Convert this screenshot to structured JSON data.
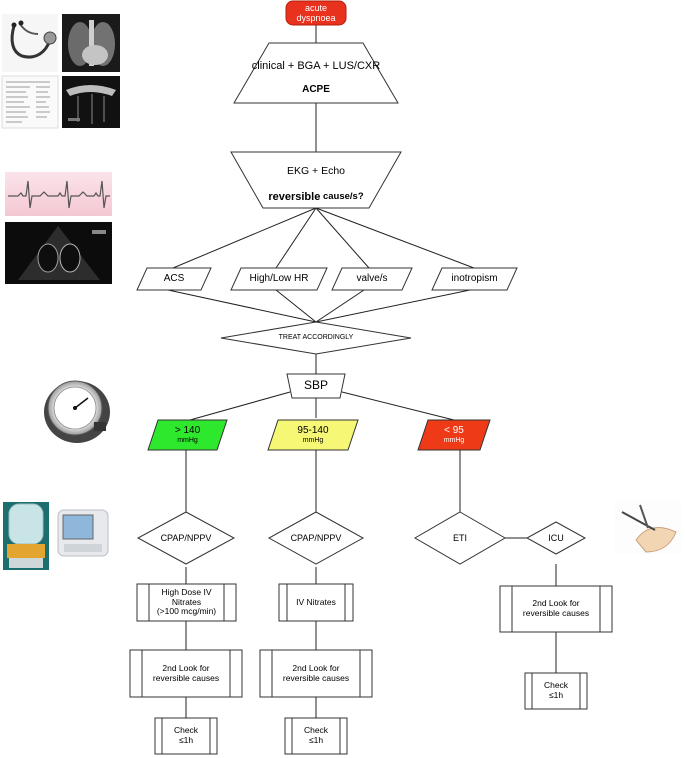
{
  "start": {
    "label": "acute\ndyspnoea",
    "color": "#e8321e"
  },
  "assessment": {
    "line1": "clinical + BGA + LUS/CXR",
    "line2": "ACPE"
  },
  "evaluation": {
    "line1": "EKG + Echo",
    "line2_bold": "reversible",
    "line2_rest": " cause/s?"
  },
  "causes": [
    "ACS",
    "High/Low HR",
    "valve/s",
    "inotropism"
  ],
  "treat": "TREAT ACCORDINGLY",
  "sbp": "SBP",
  "branches": [
    {
      "range": "> 140",
      "unit": "mmHg",
      "color": "#2ee82e"
    },
    {
      "range": "95-140",
      "unit": "mmHg",
      "color": "#f7f776"
    },
    {
      "range": "< 95",
      "unit": "mmHg",
      "color": "#ef3a17"
    }
  ],
  "col1": {
    "vent": "CPAP/NPPV",
    "therapy": "High Dose IV\nNitrates\n(>100 mcg/min)",
    "look": "2nd Look for\nreversible causes",
    "check": "Check\n≤1h"
  },
  "col2": {
    "vent": "CPAP/NPPV",
    "therapy": "IV Nitrates",
    "look": "2nd Look for\nreversible causes",
    "check": "Check\n≤1h"
  },
  "col3": {
    "eti": "ETI",
    "icu": "ICU",
    "look": "2nd Look for\nreversible causes",
    "check": "Check\n≤1h"
  },
  "icons": [
    "stethoscope-photo",
    "chest-xray-photo",
    "blood-gas-report-photo",
    "lung-ultrasound-photo",
    "ekg-strip-photo",
    "echocardiogram-photo",
    "blood-pressure-gauge-photo",
    "cpap-helmet-photo",
    "ventilator-photo",
    "intubation-photo"
  ]
}
